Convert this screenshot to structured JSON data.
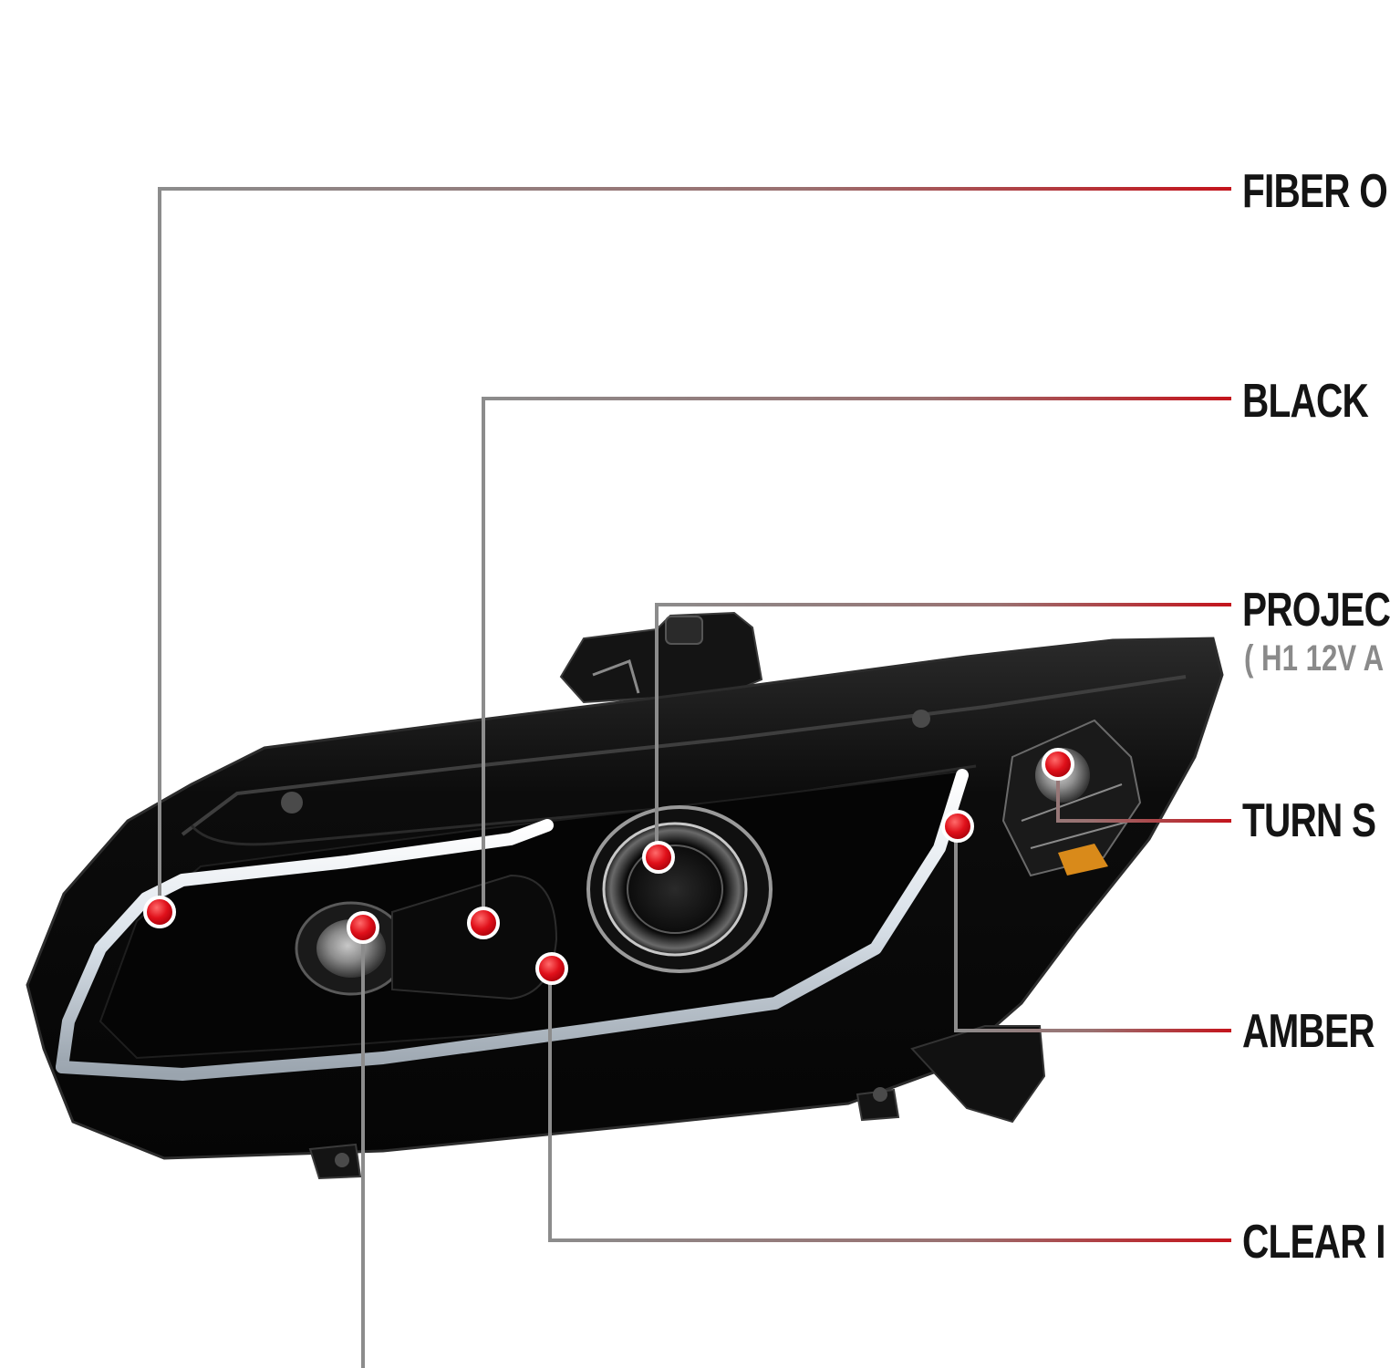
{
  "colors": {
    "background": "#ffffff",
    "leader_line_gray": "#8c8c8c",
    "leader_line_red": "#c4141c",
    "marker_red": "#e0101a",
    "housing_black": "#0c0c0c",
    "light_bar": "#e6ecf2",
    "amber": "#d98a1a"
  },
  "callouts": [
    {
      "id": "fiber",
      "label": "FIBER O",
      "sub": ""
    },
    {
      "id": "black",
      "label": "BLACK",
      "sub": ""
    },
    {
      "id": "projector",
      "label": "PROJEC",
      "sub": "( H1  12V A"
    },
    {
      "id": "turn",
      "label": "TURN S",
      "sub": ""
    },
    {
      "id": "amber",
      "label": "AMBER",
      "sub": ""
    },
    {
      "id": "clear",
      "label": "CLEAR I",
      "sub": ""
    }
  ]
}
